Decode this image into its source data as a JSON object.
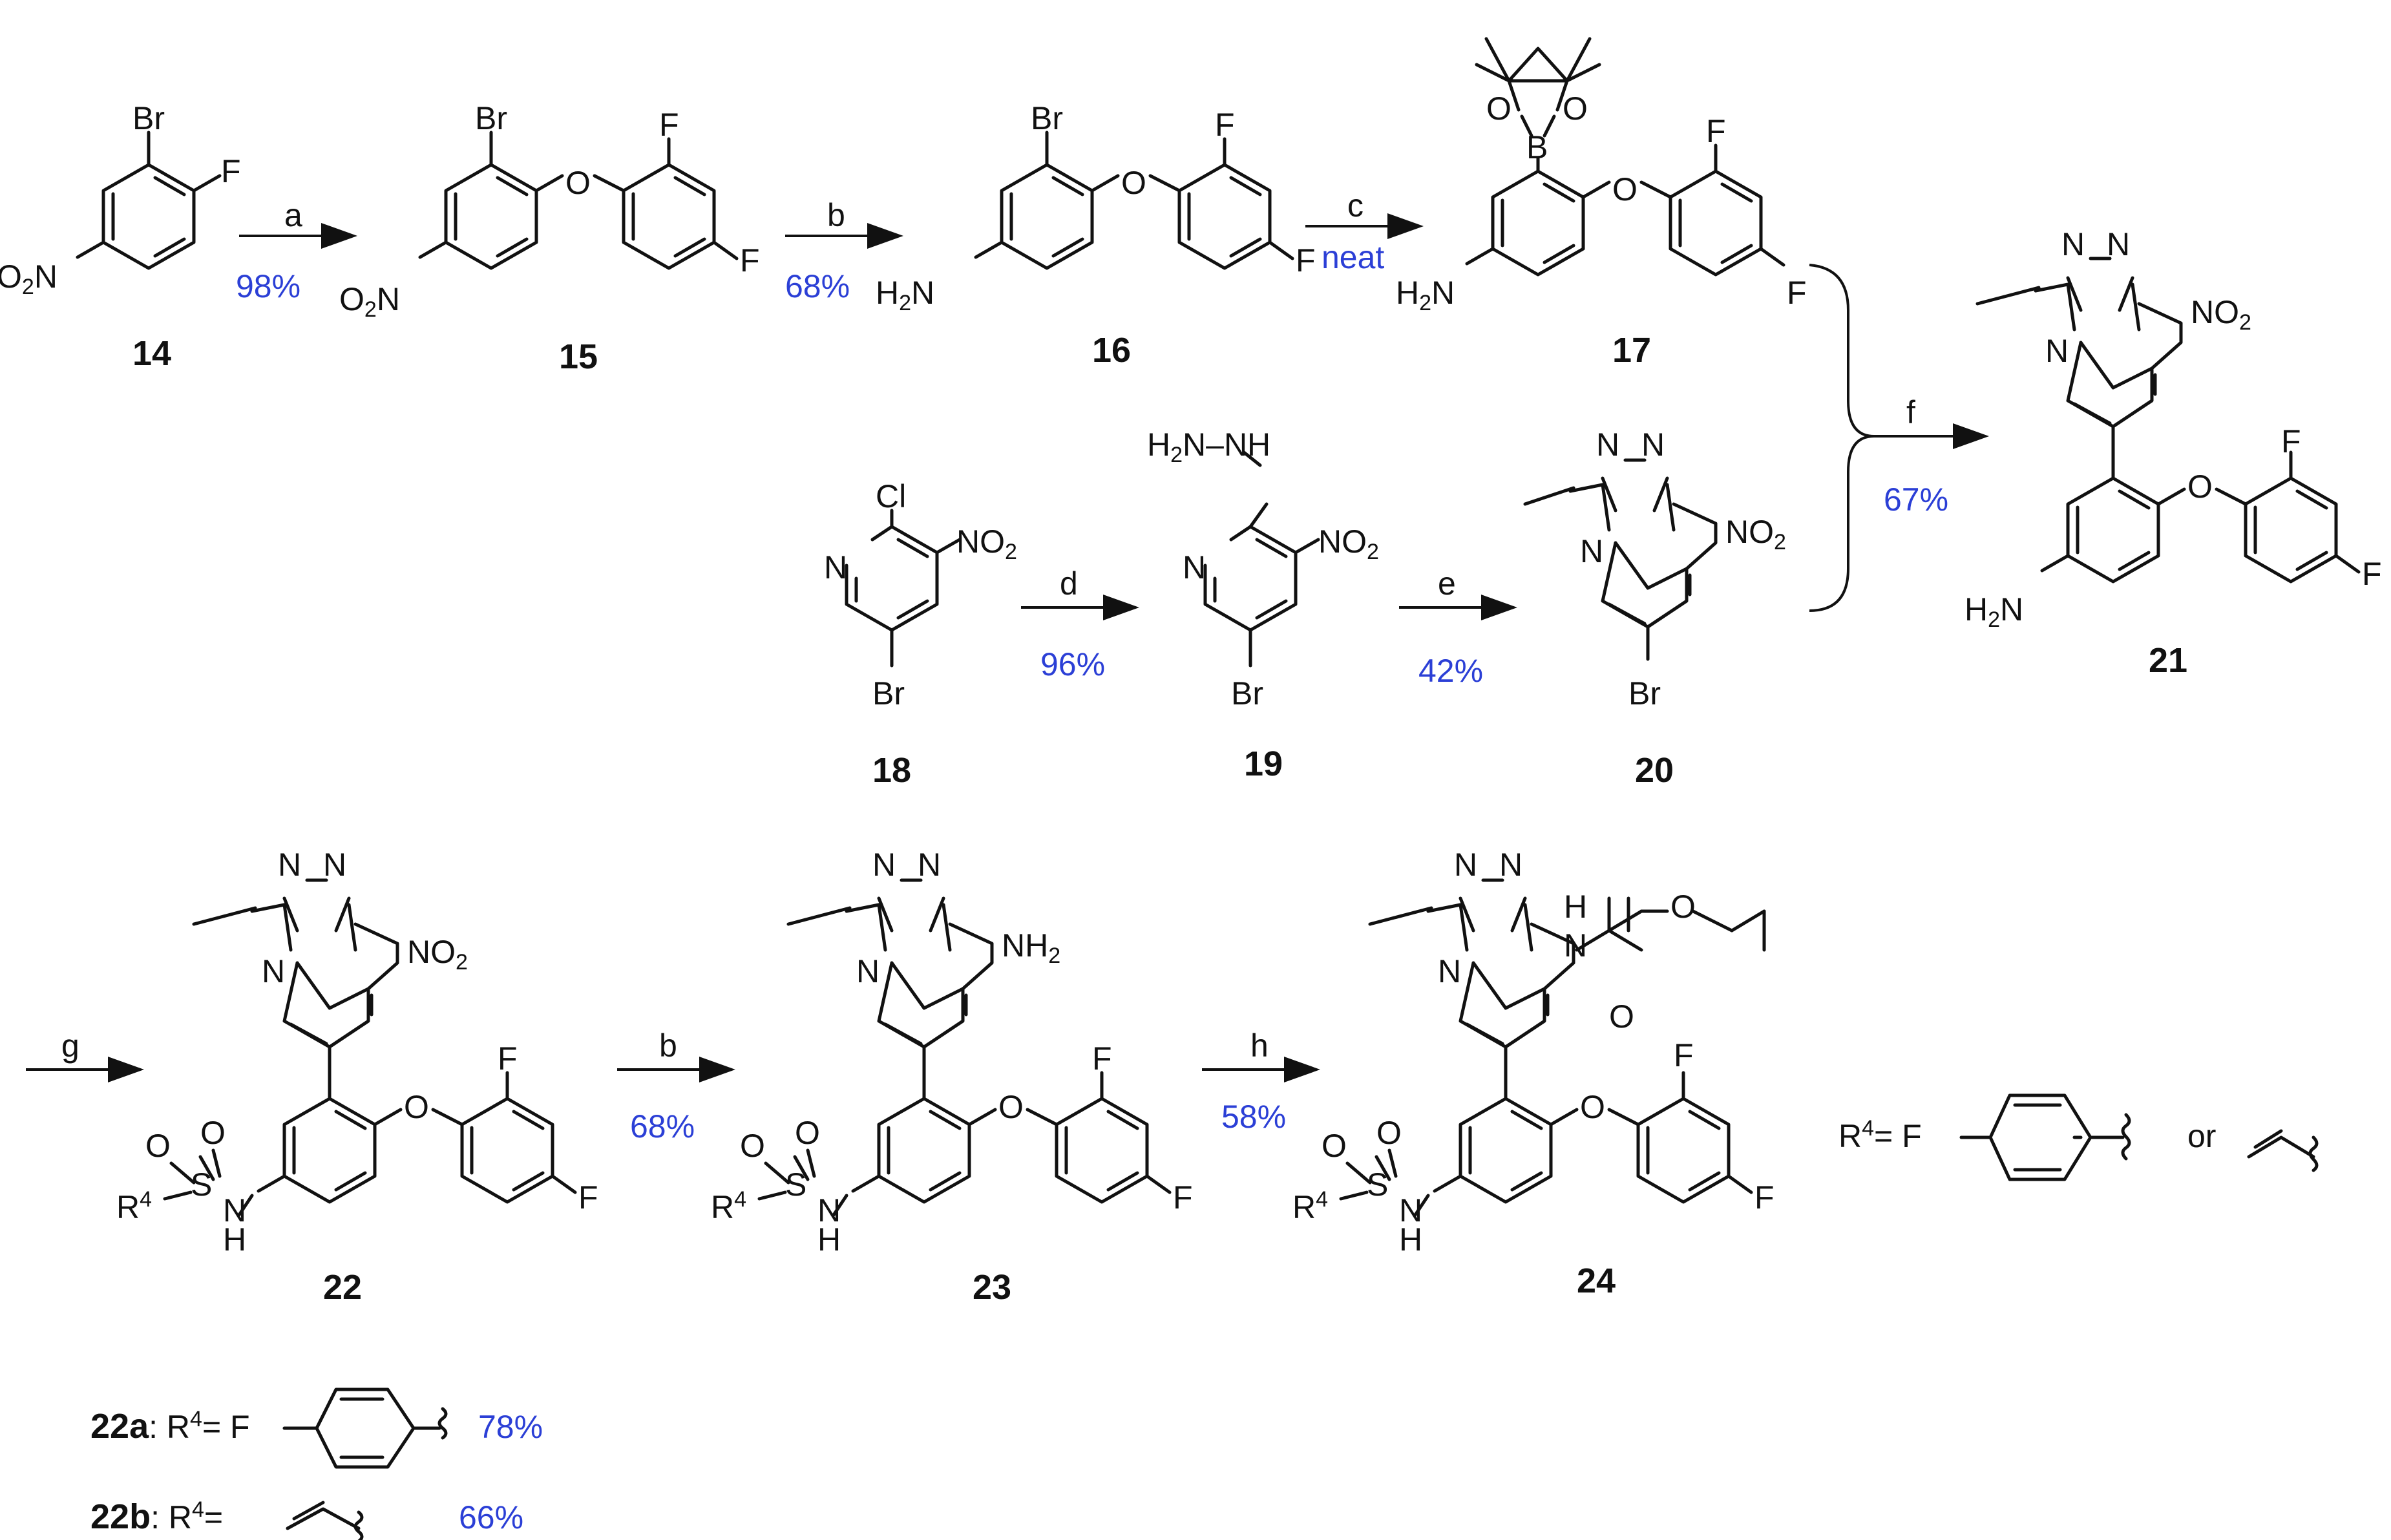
{
  "compounds": {
    "c14": "14",
    "c15": "15",
    "c16": "16",
    "c17": "17",
    "c18": "18",
    "c19": "19",
    "c20": "20",
    "c21": "21",
    "c22": "22",
    "c23": "23",
    "c24": "24"
  },
  "atoms": {
    "br": "Br",
    "f": "F",
    "o": "O",
    "b": "B",
    "n": "N",
    "cl": "Cl",
    "nh": "NH",
    "h": "H",
    "s": "S",
    "or": "or",
    "no2_text": "NO",
    "no2_sub": "2",
    "o2n_text": "O",
    "o2n_sub": "2",
    "o2n_n": "N",
    "h2n_text": "H",
    "h2n_sub": "2",
    "h2n_n": "N",
    "nh2_text": "NH",
    "nh2_sub": "2",
    "r4_text": "R",
    "r4_sup": "4",
    "r4_eq": "= ",
    "h2n_nh": "H",
    "h2n_nh_sub": "2",
    "h2n_nh_n": "N–NH"
  },
  "steps": {
    "a": {
      "letter": "a",
      "yield": "98%"
    },
    "b1": {
      "letter": "b",
      "yield": "68%"
    },
    "c": {
      "letter": "c",
      "note": "neat"
    },
    "d": {
      "letter": "d",
      "yield": "96%"
    },
    "e": {
      "letter": "e",
      "yield": "42%"
    },
    "f": {
      "letter": "f",
      "yield": "67%"
    },
    "g": {
      "letter": "g"
    },
    "b2": {
      "letter": "b",
      "yield": "68%"
    },
    "h": {
      "letter": "h",
      "yield": "58%"
    }
  },
  "variants": [
    {
      "label": "22a",
      "colon": ": R",
      "sup": "4",
      "eq": "= F",
      "yield": "78%"
    },
    {
      "label": "22b",
      "colon": ": R",
      "sup": "4",
      "eq": "= ",
      "yield": "66%"
    }
  ]
}
